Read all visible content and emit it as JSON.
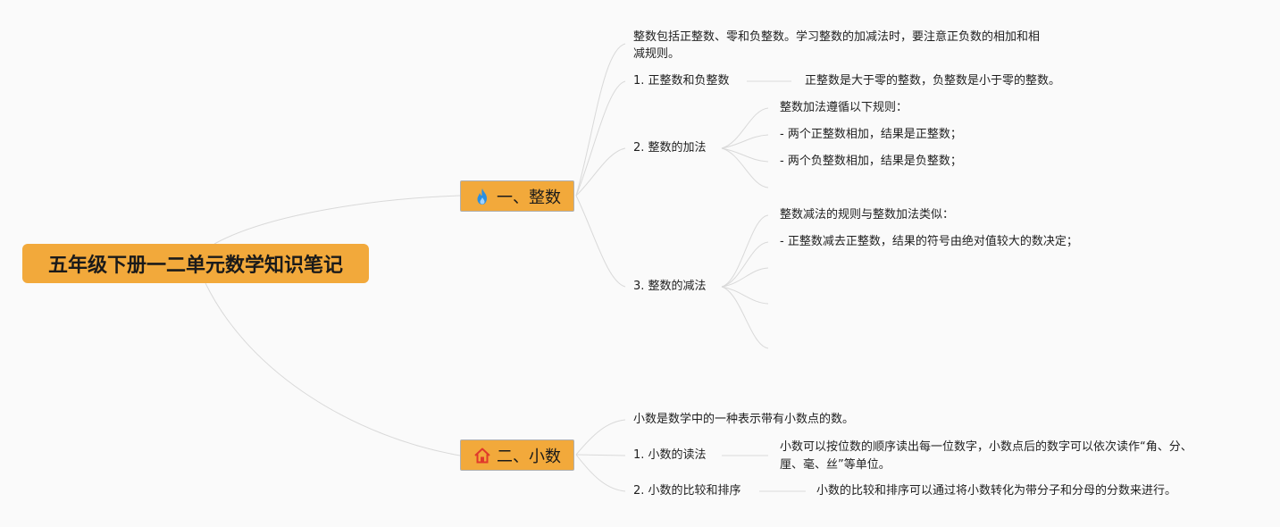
{
  "root": {
    "title": "五年级下册一二单元数学知识笔记"
  },
  "branches": [
    {
      "title": "一、整数",
      "icon": "fire-icon",
      "intro": [
        "整数包括正整数、零和负整数。学习整数的加减法时，要注意正负数的相加和相",
        "减规则。"
      ],
      "topics": [
        {
          "label": "1. 正整数和负整数",
          "details": [
            "正整数是大于零的整数，负整数是小于零的整数。"
          ]
        },
        {
          "label": "2. 整数的加法",
          "details": [
            "整数加法遵循以下规则：",
            "- 两个正整数相加，结果是正整数；",
            "- 两个负整数相加，结果是负整数；"
          ]
        },
        {
          "label": "3. 整数的减法",
          "details": [
            "整数减法的规则与整数加法类似：",
            "- 正整数减去正整数，结果的符号由绝对值较大的数决定；"
          ]
        }
      ]
    },
    {
      "title": "二、小数",
      "icon": "home-icon",
      "intro": [
        "小数是数学中的一种表示带有小数点的数。"
      ],
      "topics": [
        {
          "label": "1. 小数的读法",
          "details": [
            "小数可以按位数的顺序读出每一位数字，小数点后的数字可以依次读作“角、分、",
            "厘、毫、丝”等单位。"
          ]
        },
        {
          "label": "2. 小数的比较和排序",
          "details": [
            "小数的比较和排序可以通过将小数转化为带分子和分母的分数来进行。"
          ]
        }
      ]
    }
  ],
  "colors": {
    "node_fill": "#f2a93b",
    "link": "#d9d9d9",
    "text": "#1f1f1f",
    "fire_icon": "#2b8fe0",
    "home_icon": "#e0392b"
  }
}
